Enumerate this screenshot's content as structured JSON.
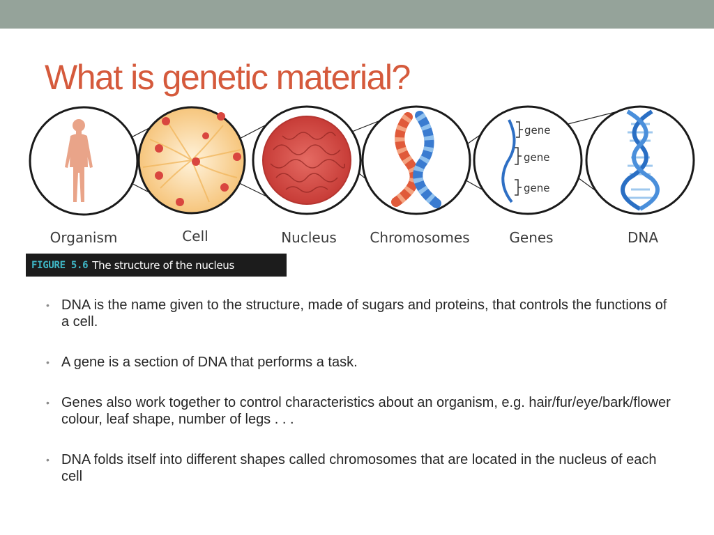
{
  "slide": {
    "title": "What is genetic material?"
  },
  "figure": {
    "labels": [
      "Organism",
      "Cell",
      "Nucleus",
      "Chromosomes",
      "Genes",
      "DNA"
    ],
    "gene_labels": [
      "gene",
      "gene",
      "gene"
    ],
    "caption_number": "FIGURE 5.6",
    "caption_text": "The structure of the nucleus"
  },
  "bullets": [
    "DNA is the name given to the structure, made of sugars and proteins, that controls the functions of a cell.",
    "A gene is a section of DNA that performs a task.",
    "Genes also work together to control characteristics about an organism, e.g. hair/fur/eye/bark/flower colour, leaf shape, number of legs . . .",
    "DNA folds itself into different shapes called chromosomes that are located in the nucleus of each cell"
  ],
  "colors": {
    "top_bar": "#95a39a",
    "title": "#d55a3c",
    "caption_number": "#3fb8c7"
  }
}
